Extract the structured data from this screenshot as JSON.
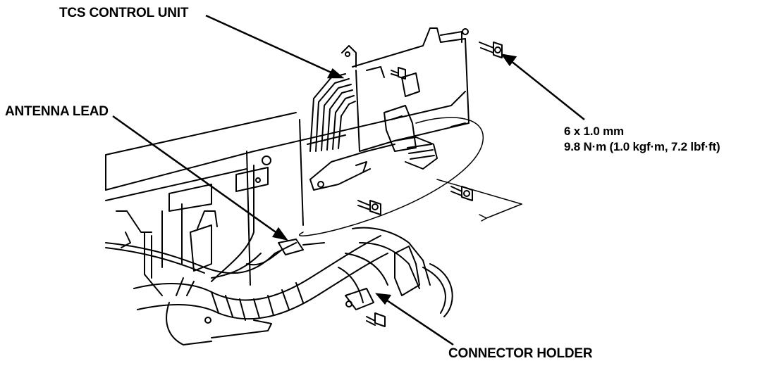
{
  "labels": {
    "tcs_control_unit": "TCS CONTROL UNIT",
    "antenna_lead": "ANTENNA LEAD",
    "connector_holder": "CONNECTOR HOLDER",
    "bolt_size": "6 x 1.0 mm",
    "torque_spec": "9.8 N·m (1.0 kgf·m, 7.2 lbf·ft)"
  }
}
